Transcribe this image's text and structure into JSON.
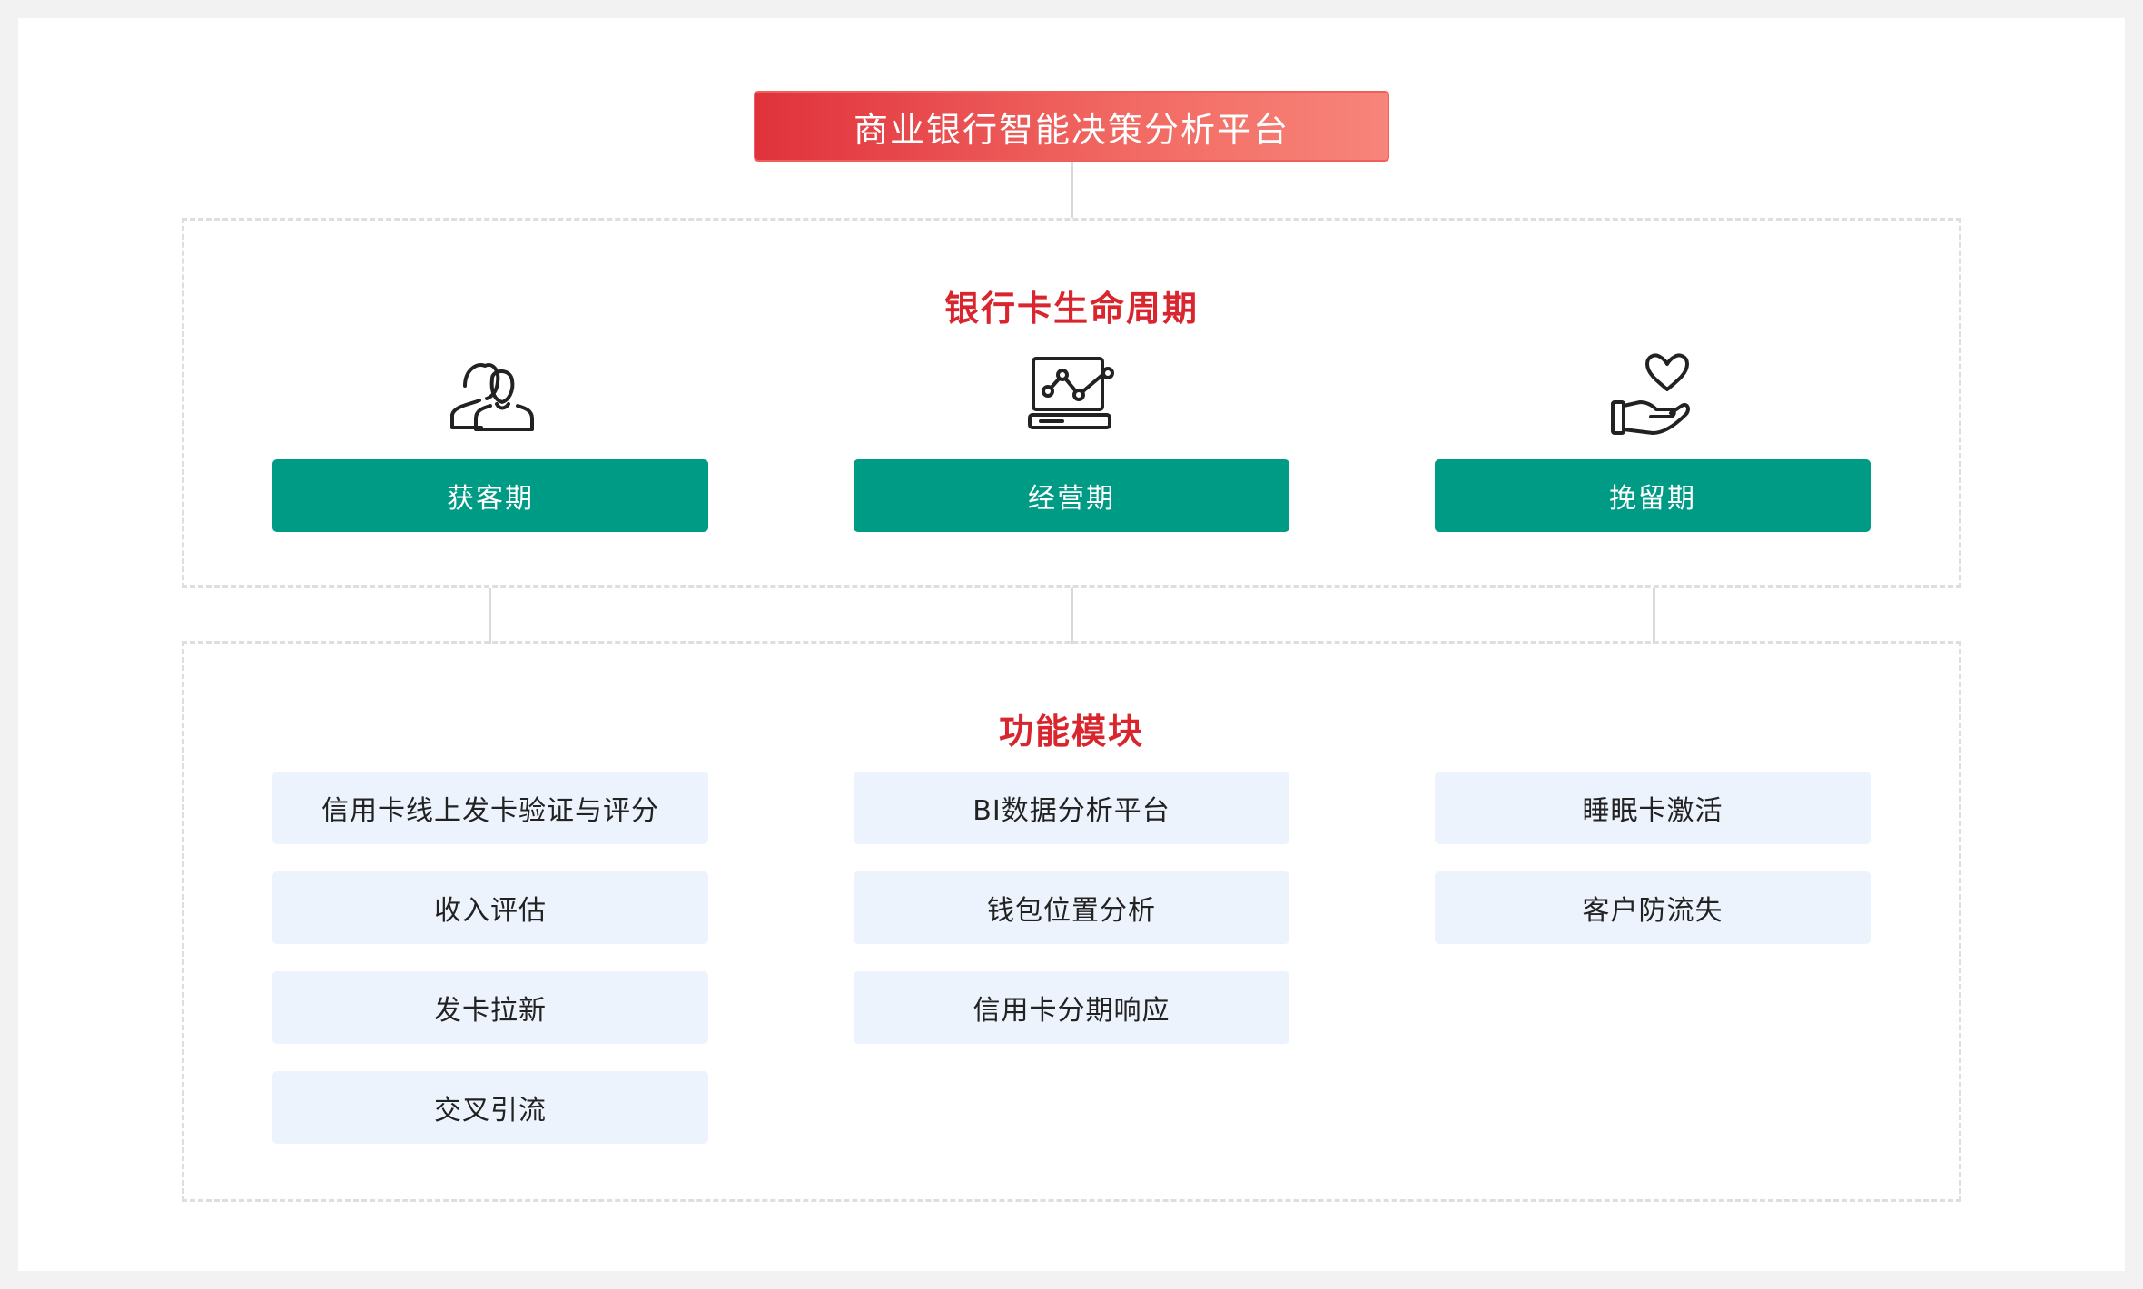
{
  "platform": {
    "title": "商业银行智能决策分析平台"
  },
  "lifecycle": {
    "title": "银行卡生命周期",
    "stages": [
      {
        "label": "获客期",
        "icon": "users-icon"
      },
      {
        "label": "经营期",
        "icon": "analytics-screen-icon"
      },
      {
        "label": "挽留期",
        "icon": "heart-hand-icon"
      }
    ]
  },
  "modules": {
    "title": "功能模块",
    "columns": [
      [
        "信用卡线上发卡验证与评分",
        "收入评估",
        "发卡拉新",
        "交叉引流"
      ],
      [
        "BI数据分析平台",
        "钱包位置分析",
        "信用卡分期响应"
      ],
      [
        "睡眠卡激活",
        "客户防流失"
      ]
    ]
  },
  "colors": {
    "title_gradient_start": "#e0323c",
    "title_gradient_end": "#f7857a",
    "section_title": "#d9262e",
    "stage_button": "#009b84",
    "module_bg": "#edf3fd",
    "dashed_border": "#dedede"
  }
}
